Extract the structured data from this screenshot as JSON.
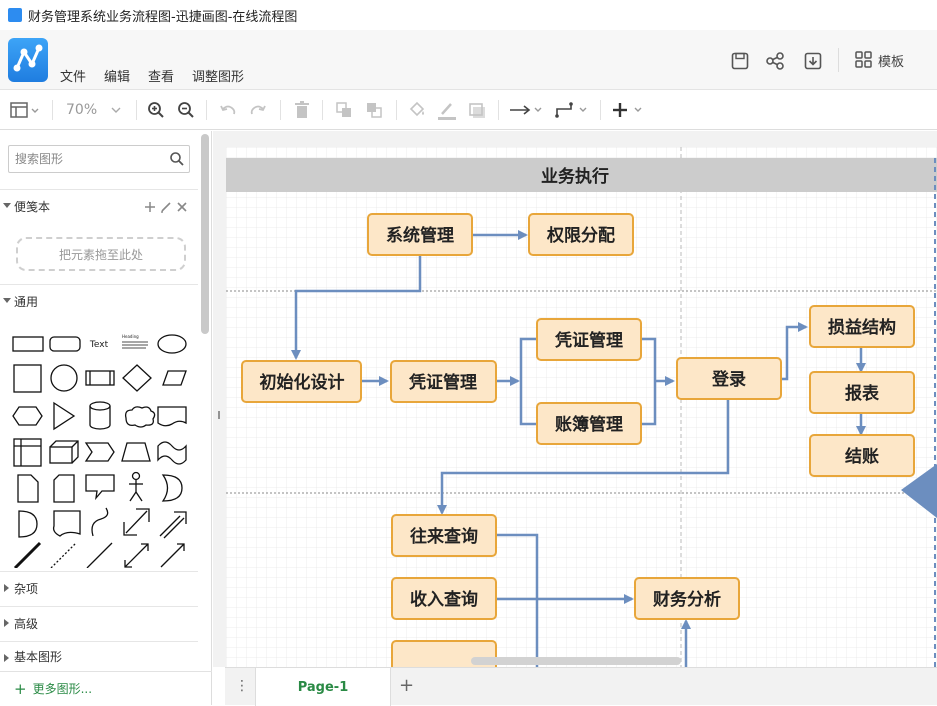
{
  "window": {
    "title": "财务管理系统业务流程图-迅捷画图-在线流程图"
  },
  "menu": {
    "items": [
      "文件",
      "编辑",
      "查看",
      "调整图形"
    ]
  },
  "header": {
    "template_label": "模板"
  },
  "toolbar": {
    "zoom": "70%"
  },
  "sidebar": {
    "search_placeholder": "搜索图形",
    "scratchpad_label": "便笺本",
    "scratchpad_drop": "把元素拖至此处",
    "general_label": "通用",
    "shape_text_label": "Text",
    "shape_heading_label": "Heading",
    "other_sections": [
      "杂项",
      "高级",
      "基本图形"
    ],
    "more_shapes": "更多图形..."
  },
  "diagram": {
    "lane_title": "业务执行",
    "nodes": {
      "sys_mgmt": "系统管理",
      "perm_assign": "权限分配",
      "init_design": "初始化设计",
      "voucher_mgmt_main": "凭证管理",
      "voucher_mgmt_sub": "凭证管理",
      "ledger_mgmt": "账簿管理",
      "login": "登录",
      "profit_structure": "损益结构",
      "report": "报表",
      "close_account": "结账",
      "ar_query": "往来查询",
      "income_query": "收入查询",
      "fin_analysis": "财务分析"
    },
    "colors": {
      "node_fill": "#fde7c8",
      "node_border": "#e8a63a",
      "edge": "#6c8ebf",
      "lane_header": "#cccccc"
    }
  },
  "pages": {
    "current": "Page-1"
  }
}
